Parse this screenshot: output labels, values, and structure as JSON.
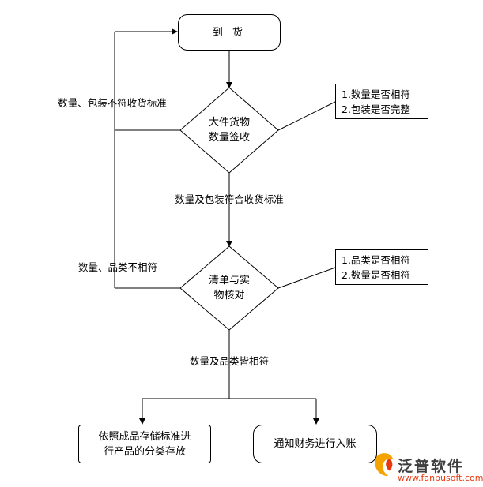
{
  "flow": {
    "start_label": "到 货",
    "decision1": {
      "line1": "大件货物",
      "line2": "数量签收"
    },
    "note1": {
      "line1": "1.数量是否相符",
      "line2": "2.包装是否完整"
    },
    "reject1_label": "数量、包装不符收货标准",
    "pass1_label": "数量及包装符合收货标准",
    "decision2": {
      "line1": "清单与实",
      "line2": "物核对"
    },
    "note2": {
      "line1": "1.品类是否相符",
      "line2": "2.数量是否相符"
    },
    "reject2_label": "数量、品类不相符",
    "pass2_label": "数量及品类皆相符",
    "store_box": {
      "line1": "依照成品存储标准进",
      "line2": "行产品的分类存放"
    },
    "notify_label": "通知财务进行入账",
    "line_color": "#000000"
  },
  "brand": {
    "logo_icon": "fanpu-flame-icon",
    "name": "泛普软件",
    "url": "www.fanpusoft.com",
    "accent_color": "#f5a300",
    "url_color": "#e8380d"
  }
}
